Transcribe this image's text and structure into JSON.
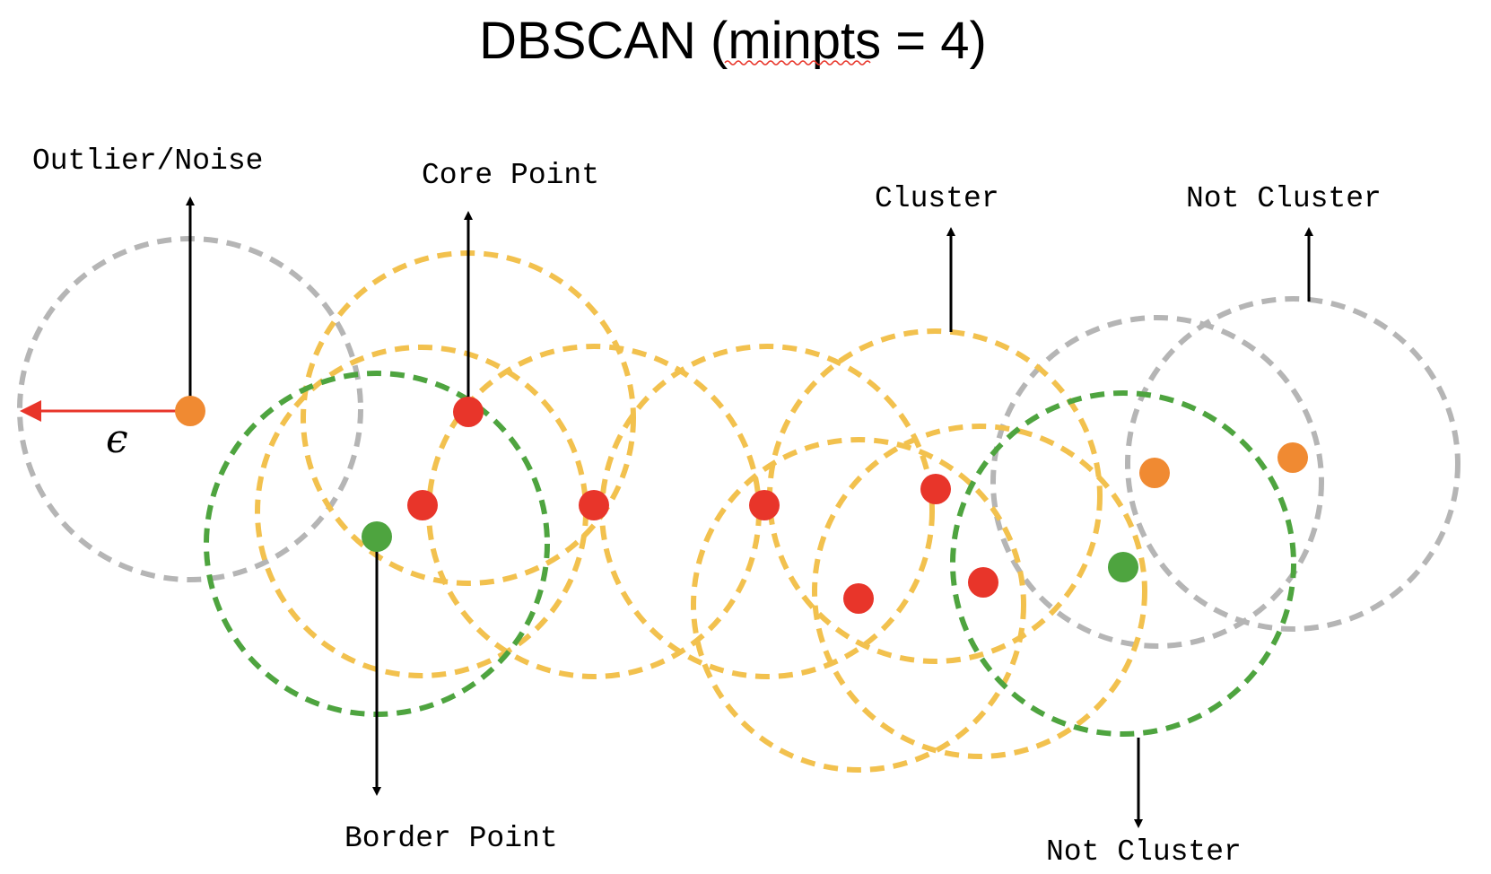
{
  "title": "DBSCAN (minpts = 4)",
  "title_underlined_word": "minpts",
  "labels": {
    "outlier": "Outlier/Noise",
    "core": "Core Point",
    "cluster": "Cluster",
    "not_cluster_top": "Not Cluster",
    "border": "Border Point",
    "not_cluster_bottom": "Not Cluster"
  },
  "epsilon_symbol": "ϵ",
  "colors": {
    "core_point": "#e8352a",
    "border_point": "#4ea43f",
    "noise_point": "#f08a32",
    "core_region": "#f2c14e",
    "border_region": "#4ea43f",
    "noise_region": "#b5b5b5",
    "epsilon_arrow": "#e8352a",
    "spellcheck_underline": "#e8352a"
  }
}
